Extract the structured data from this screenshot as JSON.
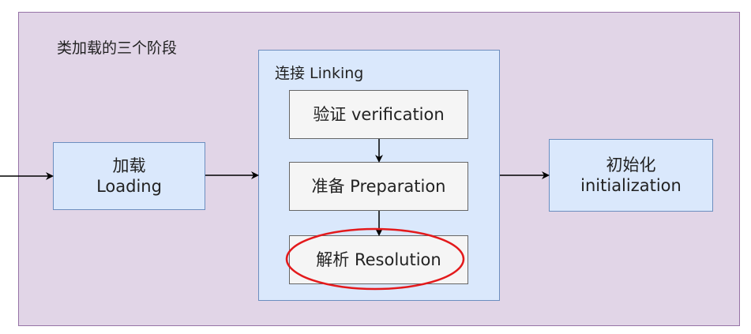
{
  "frame": {
    "title": "类加载的三个阶段"
  },
  "loading": {
    "line1": "加载",
    "line2": "Loading"
  },
  "linking": {
    "title": "连接 Linking",
    "steps": [
      {
        "label": "验证 verification"
      },
      {
        "label": "准备 Preparation"
      },
      {
        "label": "解析 Resolution"
      }
    ]
  },
  "initialization": {
    "line1": "初始化",
    "line2": "initialization"
  },
  "colors": {
    "frame_fill": "#e1d5e7",
    "frame_stroke": "#9673a6",
    "blue_fill": "#dae8fc",
    "blue_stroke": "#6c8ebf",
    "grey_fill": "#f5f5f5",
    "grey_stroke": "#666666",
    "highlight": "#e31a1c"
  }
}
